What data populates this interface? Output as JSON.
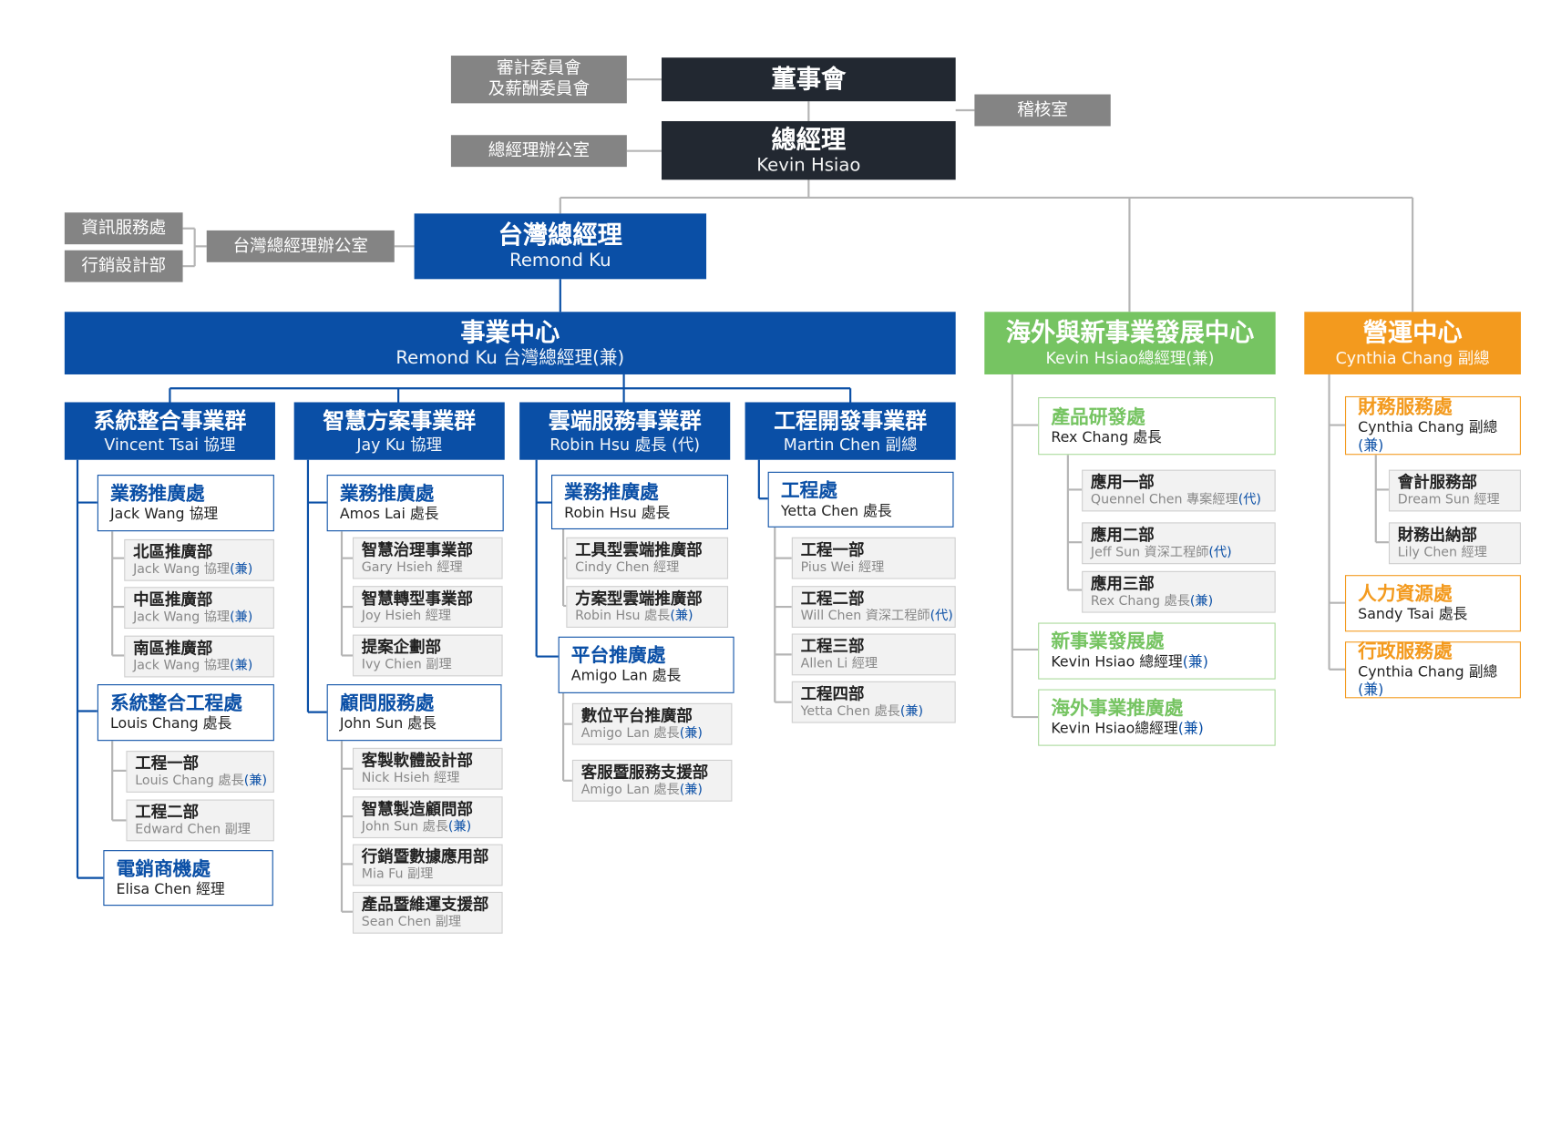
{
  "top": {
    "committee": "審計委員會\n及薪酬委員會",
    "board": "董事會",
    "audit": "稽核室",
    "gm_office": "總經理辦公室",
    "gm_title": "總經理",
    "gm_name": "Kevin Hsiao"
  },
  "taiwan": {
    "info_dept": "資訊服務處",
    "marketing_design": "行銷設計部",
    "office": "台灣總經理辦公室",
    "title": "台灣總經理",
    "name": "Remond Ku"
  },
  "business_center": {
    "title": "事業中心",
    "name": "Remond Ku 台灣總經理(兼)"
  },
  "overseas_center": {
    "title": "海外與新事業發展中心",
    "name": "Kevin Hsiao總經理(兼)"
  },
  "ops_center": {
    "title": "營運中心",
    "name": "Cynthia Chang 副總"
  },
  "groups": [
    {
      "title": "系統整合事業群",
      "name": "Vincent Tsai 協理"
    },
    {
      "title": "智慧方案事業群",
      "name": "Jay Ku  協理"
    },
    {
      "title": "雲端服務事業群",
      "name": "Robin Hsu 處長 (代)"
    },
    {
      "title": "工程開發事業群",
      "name": "Martin Chen 副總"
    }
  ],
  "g1": {
    "sub1": {
      "name": "業務推廣處",
      "mgr": "Jack Wang 協理"
    },
    "sub1_depts": [
      {
        "name": "北區推廣部",
        "mgr": "Jack Wang 協理",
        "suffix": "(兼)"
      },
      {
        "name": "中區推廣部",
        "mgr": "Jack Wang 協理",
        "suffix": "(兼)"
      },
      {
        "name": "南區推廣部",
        "mgr": "Jack Wang 協理",
        "suffix": "(兼)"
      }
    ],
    "sub2": {
      "name": "系統整合工程處",
      "mgr": "Louis Chang 處長"
    },
    "sub2_depts": [
      {
        "name": "工程一部",
        "mgr": "Louis Chang 處長",
        "suffix": "(兼)"
      },
      {
        "name": "工程二部",
        "mgr": "Edward Chen 副理",
        "suffix": ""
      }
    ],
    "sub3": {
      "name": "電銷商機處",
      "mgr": "Elisa Chen 經理"
    }
  },
  "g2": {
    "sub1": {
      "name": "業務推廣處",
      "mgr": "Amos Lai 處長"
    },
    "sub1_depts": [
      {
        "name": "智慧治理事業部",
        "mgr": "Gary Hsieh 經理",
        "suffix": ""
      },
      {
        "name": "智慧轉型事業部",
        "mgr": "Joy Hsieh 經理",
        "suffix": ""
      },
      {
        "name": "提案企劃部",
        "mgr": "Ivy Chien 副理",
        "suffix": ""
      }
    ],
    "sub2": {
      "name": "顧問服務處",
      "mgr": "John Sun 處長"
    },
    "sub2_depts": [
      {
        "name": "客製軟體設計部",
        "mgr": "Nick Hsieh 經理",
        "suffix": ""
      },
      {
        "name": "智慧製造顧問部",
        "mgr": "John Sun 處長",
        "suffix": "(兼)"
      },
      {
        "name": "行銷暨數據應用部",
        "mgr": "Mia Fu 副理",
        "suffix": ""
      },
      {
        "name": "產品暨維運支援部",
        "mgr": "Sean Chen 副理",
        "suffix": ""
      }
    ]
  },
  "g3": {
    "sub1": {
      "name": "業務推廣處",
      "mgr": "Robin Hsu 處長"
    },
    "sub1_depts": [
      {
        "name": "工具型雲端推廣部",
        "mgr": "Cindy Chen 經理",
        "suffix": ""
      },
      {
        "name": "方案型雲端推廣部",
        "mgr": "Robin Hsu 處長",
        "suffix": "(兼)"
      }
    ],
    "sub2": {
      "name": "平台推廣處",
      "mgr": "Amigo Lan 處長"
    },
    "sub2_depts": [
      {
        "name": "數位平台推廣部",
        "mgr": "Amigo Lan 處長",
        "suffix": "(兼)"
      },
      {
        "name": "客服暨服務支援部",
        "mgr": "Amigo Lan 處長",
        "suffix": "(兼)"
      }
    ]
  },
  "g4": {
    "sub1": {
      "name": "工程處",
      "mgr": "Yetta Chen 處長"
    },
    "sub1_depts": [
      {
        "name": "工程一部",
        "mgr": "Pius Wei 經理",
        "suffix": ""
      },
      {
        "name": "工程二部",
        "mgr": "Will Chen 資深工程師",
        "suffix": "(代)"
      },
      {
        "name": "工程三部",
        "mgr": "Allen Li 經理",
        "suffix": ""
      },
      {
        "name": "工程四部",
        "mgr": "Yetta Chen 處長",
        "suffix": "(兼)"
      }
    ]
  },
  "g5": {
    "sub1": {
      "name": "產品研發處",
      "mgr": "Rex Chang 處長"
    },
    "sub1_depts": [
      {
        "name": "應用一部",
        "mgr": "Quennel Chen 專案經理",
        "suffix": "(代)"
      },
      {
        "name": "應用二部",
        "mgr": "Jeff Sun 資深工程師",
        "suffix": "(代)"
      },
      {
        "name": "應用三部",
        "mgr": "Rex Chang 處長",
        "suffix": "(兼)"
      }
    ],
    "sub2": {
      "name": "新事業發展處",
      "mgr": "Kevin Hsiao 總經理",
      "suffix": "(兼)"
    },
    "sub3": {
      "name": "海外事業推廣處",
      "mgr": "Kevin Hsiao總經理",
      "suffix": "(兼)"
    }
  },
  "g6": {
    "sub1": {
      "name": "財務服務處",
      "mgr": "Cynthia Chang 副總",
      "suffix": "(兼)"
    },
    "sub1_depts": [
      {
        "name": "會計服務部",
        "mgr": "Dream Sun 經理",
        "suffix": ""
      },
      {
        "name": "財務出納部",
        "mgr": "Lily Chen 經理",
        "suffix": ""
      }
    ],
    "sub2": {
      "name": "人力資源處",
      "mgr": "Sandy Tsai 處長",
      "suffix": ""
    },
    "sub3": {
      "name": "行政服務處",
      "mgr": "Cynthia Chang 副總 ",
      "suffix": "(兼)"
    }
  },
  "colors": {
    "dark": "#222831",
    "gray": "#848484",
    "blue": "#0a4fa6",
    "green": "#76c462",
    "orange": "#f39a1e",
    "line_gray": "#b5b5b5"
  }
}
